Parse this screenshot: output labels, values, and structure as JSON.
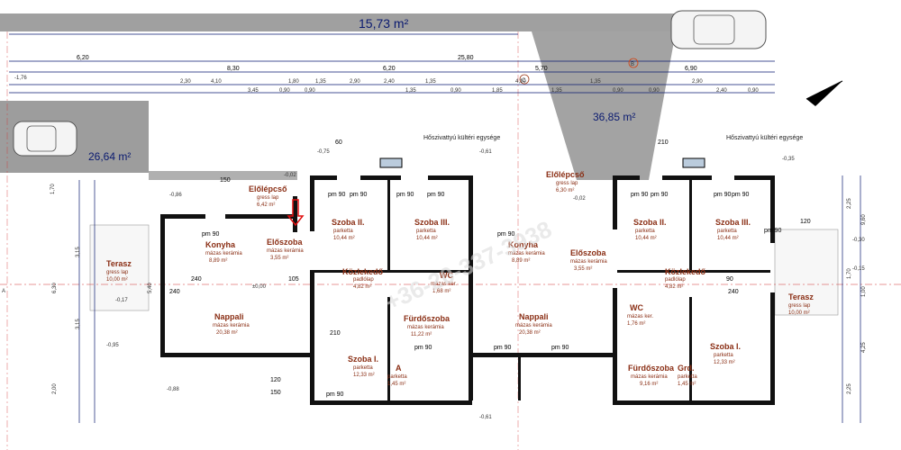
{
  "top_label": "15,73 m²",
  "area_labels": [
    "26,64 m²",
    "36,85 m²"
  ],
  "watermark": "+36-20-337-3938",
  "heat_pump_note": "Hőszivattyú kültéri egysége",
  "ext_dims": [
    "6,20",
    "8,30",
    "6,20",
    "25,80",
    "5,70",
    "6,90"
  ],
  "dims_row2": [
    "2,30",
    "4,10",
    "1,80",
    "1,35",
    "2,90",
    "2,40",
    "1,35",
    "1,85",
    "4,10",
    "1,35",
    "1,35",
    "2,90",
    "2,40"
  ],
  "dims_row3": [
    "3,45",
    "0,90",
    "0,90",
    "1,35",
    "0,90",
    "0,90",
    "0,90",
    "0,90"
  ],
  "level_marks": [
    "-1,76",
    "-0,75",
    "-0,61",
    "-0,35",
    "-0,86",
    "-0,02",
    "-0,17",
    "-0,95",
    "-0,88",
    "-0,61",
    "±0,00",
    "-0,02",
    "-0,30",
    "-0,15"
  ],
  "side_dims_left": [
    "1,70",
    "3,15",
    "5,40",
    "6,30",
    "3,15",
    "2,00"
  ],
  "side_dims_right": [
    "2,25",
    "9,60",
    "1,70",
    "1,00",
    "4,25",
    "2,25"
  ],
  "rooms_left": [
    {
      "name": "Előlépcső",
      "floor": "gress lap",
      "area": "6,42 m²"
    },
    {
      "name": "Konyha",
      "floor": "mázas kerámia",
      "area": "8,89 m²"
    },
    {
      "name": "Előszoba",
      "floor": "mázas kerámia",
      "area": "3,55 m²"
    },
    {
      "name": "Szoba II.",
      "floor": "parketta",
      "area": "10,44 m²"
    },
    {
      "name": "Szoba III.",
      "floor": "parketta",
      "area": "10,44 m²"
    },
    {
      "name": "Közlekedő",
      "floor": "padlólap",
      "area": "4,82 m²"
    },
    {
      "name": "WC",
      "floor": "mázas ker.",
      "area": "1,68 m²"
    },
    {
      "name": "Terasz",
      "floor": "gress lap",
      "area": "10,00 m²"
    },
    {
      "name": "Nappali",
      "floor": "mázas kerámia",
      "area": "20,38 m²"
    },
    {
      "name": "Fürdőszoba",
      "floor": "mázas kerámia",
      "area": "11,22 m²"
    },
    {
      "name": "Szoba I.",
      "floor": "parketta",
      "area": "12,33 m²"
    },
    {
      "name": "A",
      "floor": "parketta",
      "area": "1,45 m²"
    }
  ],
  "rooms_right": [
    {
      "name": "Előlépcső",
      "floor": "gress lap",
      "area": "6,30 m²"
    },
    {
      "name": "Konyha",
      "floor": "mázas kerámia",
      "area": "8,89 m²"
    },
    {
      "name": "Előszoba",
      "floor": "mázas kerámia",
      "area": "3,55 m²"
    },
    {
      "name": "Szoba II.",
      "floor": "parketta",
      "area": "10,44 m²"
    },
    {
      "name": "Szoba III.",
      "floor": "parketta",
      "area": "10,44 m²"
    },
    {
      "name": "Közlekedő",
      "floor": "padlólap",
      "area": "4,82 m²"
    },
    {
      "name": "WC",
      "floor": "mázas ker.",
      "area": "1,76 m²"
    },
    {
      "name": "Nappali",
      "floor": "mázas kerámia",
      "area": "20,38 m²"
    },
    {
      "name": "Terasz",
      "floor": "gress lap",
      "area": "10,00 m²"
    },
    {
      "name": "Fürdőszoba",
      "floor": "mázas kerámia",
      "area": "9,16 m²"
    },
    {
      "name": "Grd.",
      "floor": "parketta",
      "area": "1,45 m²"
    },
    {
      "name": "Szoba I.",
      "floor": "parketta",
      "area": "12,33 m²"
    }
  ],
  "pm_labels": [
    "pm 90",
    "pm 90",
    "pm 90",
    "pm 90",
    "pm 90",
    "pm 90",
    "pm 90",
    "pm 90",
    "pm 90",
    "pm 90",
    "pm 90",
    "pm 90",
    "pm 90",
    "pm 90",
    "pm 90"
  ],
  "opening_labels": [
    "240",
    "240",
    "240",
    "210",
    "150",
    "105",
    "120",
    "150",
    "120",
    "90",
    "60",
    "210"
  ],
  "grid_letters": [
    "A",
    "B",
    "C"
  ],
  "colors": {
    "wall": "#111111",
    "hatch": "#b06030",
    "roof_grey": "#9a9a9a",
    "dim_blue": "#0a1a70",
    "arrow": "#e01010"
  }
}
